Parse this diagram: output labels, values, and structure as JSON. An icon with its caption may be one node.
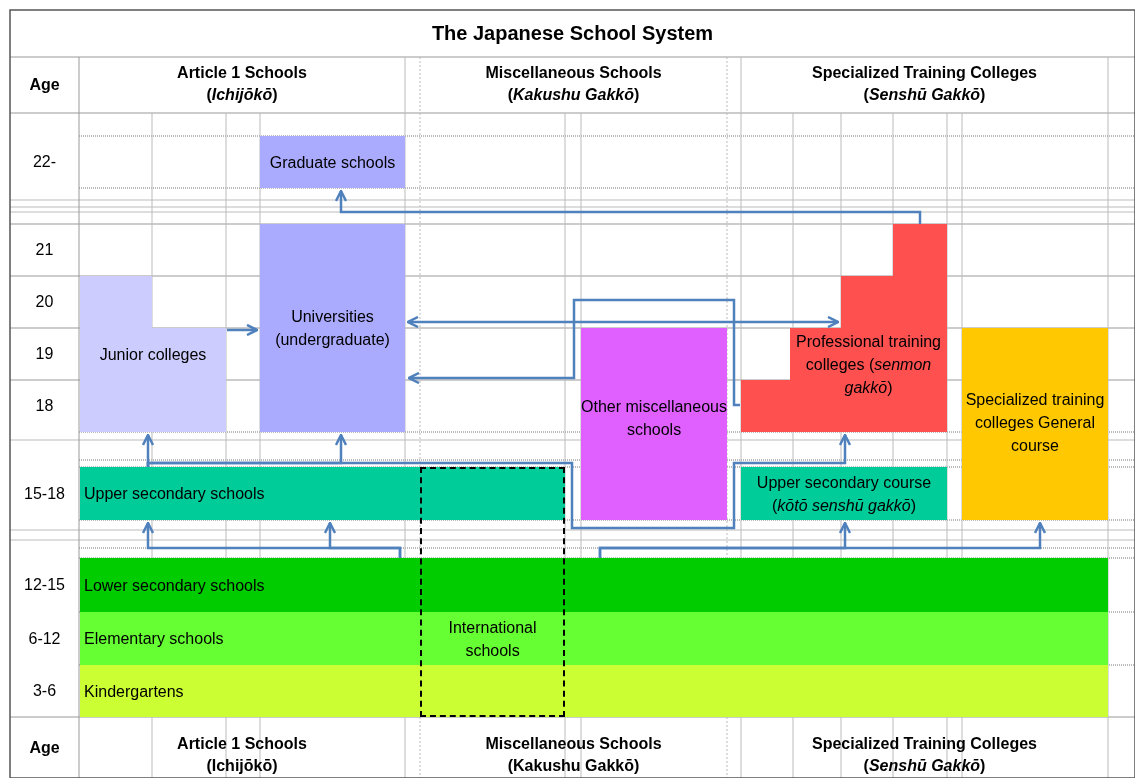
{
  "diagram": {
    "title": "The Japanese School System",
    "nodes": [
      {
        "text": [
          "Graduate schools"
        ]
      },
      {
        "text": [
          "Universities (undergraduate)"
        ]
      },
      {
        "text": [
          "Junior colleges"
        ]
      },
      {
        "text": [
          "Professional training colleges (*senmon gakkō*)"
        ]
      },
      {
        "text": [
          "Other miscellaneous schools"
        ]
      },
      {
        "text": [
          "Specialized training colleges General course"
        ]
      },
      {
        "text": [
          "Upper secondary schools"
        ]
      },
      {
        "text": [
          "Upper secondary course (*kōtō senshū gakkō*)"
        ]
      },
      {
        "text": [
          "International schools"
        ]
      },
      {
        "text": [
          "Lower secondary schools"
        ]
      },
      {
        "text": [
          "Elementary schools"
        ]
      },
      {
        "text": [
          "Kindergartens"
        ]
      }
    ],
    "edges": [
      {
        "from": 3,
        "to": 0,
        "arrow": "to"
      },
      {
        "from": 2,
        "to": 1,
        "arrow": "to"
      },
      {
        "from": 1,
        "to": 3,
        "arrow": "both"
      },
      {
        "from": 3,
        "to": 1,
        "arrow": "to"
      },
      {
        "from": 6,
        "to": 2,
        "arrow": "to"
      },
      {
        "from": 6,
        "to": 1,
        "arrow": "to"
      },
      {
        "from": 6,
        "to": 3,
        "arrow": "to"
      },
      {
        "from": 9,
        "to": 6,
        "arrow": "to"
      },
      {
        "from": 9,
        "to": 6,
        "arrow": "to"
      },
      {
        "from": 9,
        "to": 7,
        "arrow": "to"
      },
      {
        "from": 9,
        "to": 5,
        "arrow": "to"
      }
    ],
    "labels": [
      "Age",
      "Article 1 Schools",
      "(*Ichijōkō*)",
      "Miscellaneous Schools",
      "(*Kakushu Gakkō*)",
      "Specialized Training Colleges",
      "(*Senshū Gakkō*)",
      "22-",
      "21",
      "20",
      "19",
      "18",
      "15-18",
      "12-15",
      "6-12",
      "3-6",
      "Age",
      "Article 1 Schools",
      "(Ichijōkō)",
      "Miscellaneous Schools",
      "(Kakushu Gakkō)",
      "Specialized Training Colleges",
      "(*Senshū Gakkō*)"
    ]
  }
}
